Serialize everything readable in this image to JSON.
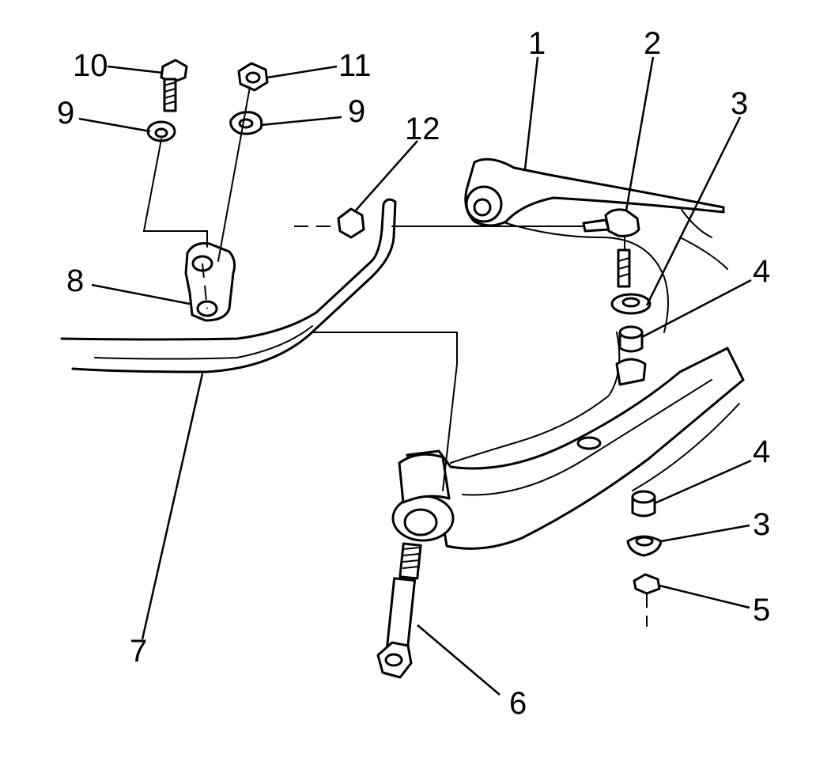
{
  "callouts": {
    "c1": "1",
    "c2": "2",
    "c3_top": "3",
    "c3_bottom": "3",
    "c4_top": "4",
    "c4_bottom": "4",
    "c5": "5",
    "c6": "6",
    "c7": "7",
    "c8": "8",
    "c9_left": "9",
    "c9_right": "9",
    "c10": "10",
    "c11": "11",
    "c12": "12"
  }
}
